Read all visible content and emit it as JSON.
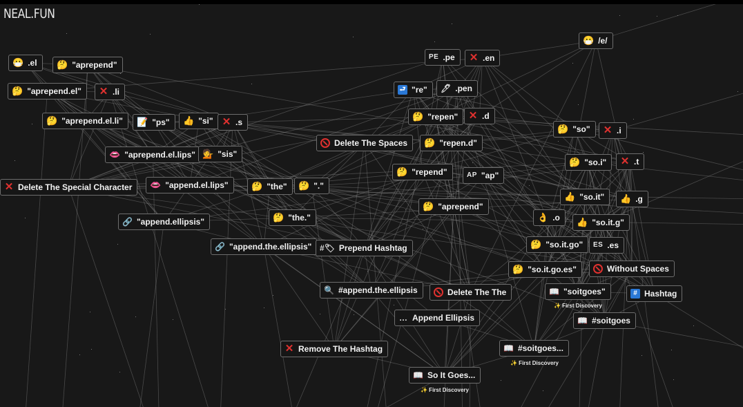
{
  "app": {
    "logo": "NEAL.FUN"
  },
  "colors": {
    "background": "#181818",
    "node_border": "#6e6e6e",
    "cross": "#e0312f",
    "link": "#9a9a9a"
  },
  "nodes": [
    {
      "id": "el",
      "icon": "mask-icon",
      "glyph": "😷",
      "cls": "emoji",
      "label": ".el"
    },
    {
      "id": "aprepend1",
      "icon": "thinking-face-icon",
      "glyph": "🤔",
      "cls": "emoji",
      "label": "\"aprepend\""
    },
    {
      "id": "aprepend_el",
      "icon": "thinking-face-icon",
      "glyph": "🤔",
      "cls": "emoji",
      "label": "\"aprepend.el\""
    },
    {
      "id": "li",
      "icon": "cross-mark-icon",
      "glyph": "✕",
      "cls": "x",
      "label": ".li"
    },
    {
      "id": "aprepend_el_li",
      "icon": "thinking-face-icon",
      "glyph": "🤔",
      "cls": "emoji",
      "label": "\"aprepend.el.li\""
    },
    {
      "id": "ps",
      "icon": "memo-icon",
      "glyph": "📝",
      "cls": "emoji",
      "label": "\"ps\""
    },
    {
      "id": "si",
      "icon": "thumbs-up-icon",
      "glyph": "👍",
      "cls": "emoji",
      "label": "\"si\""
    },
    {
      "id": "s",
      "icon": "cross-mark-icon",
      "glyph": "✕",
      "cls": "x",
      "label": ".s"
    },
    {
      "id": "aprepend_el_lips",
      "icon": "lips-icon",
      "glyph": "👄",
      "cls": "emoji",
      "label": "\"aprepend.el.lips\""
    },
    {
      "id": "sis",
      "icon": "woman-tipping-hand-icon",
      "glyph": "💁",
      "cls": "emoji",
      "label": "\"sis\""
    },
    {
      "id": "delete_special",
      "icon": "cross-mark-icon",
      "glyph": "✕",
      "cls": "x",
      "label": "Delete The Special Character"
    },
    {
      "id": "append_el_lips",
      "icon": "lips-icon",
      "glyph": "👄",
      "cls": "emoji",
      "label": "\"append.el.lips\""
    },
    {
      "id": "the1",
      "icon": "thinking-face-icon",
      "glyph": "🤔",
      "cls": "emoji",
      "label": "\"the\""
    },
    {
      "id": "dot",
      "icon": "thinking-face-icon",
      "glyph": "🤔",
      "cls": "emoji",
      "label": "\".\""
    },
    {
      "id": "append_ellipsis",
      "icon": "link-icon",
      "glyph": "🔗",
      "cls": "mono",
      "label": "\"append.ellipsis\""
    },
    {
      "id": "the_dot",
      "icon": "thinking-face-icon",
      "glyph": "🤔",
      "cls": "emoji",
      "label": "\"the.\""
    },
    {
      "id": "append_the_ellipsis",
      "icon": "link-icon",
      "glyph": "🔗",
      "cls": "mono",
      "label": "\"append.the.ellipsis\""
    },
    {
      "id": "prepend_hashtag",
      "icon": "hash-tag-icon",
      "glyph": "#🏷",
      "cls": "mono",
      "label": "Prepend Hashtag"
    },
    {
      "id": "pe",
      "icon": "pe-text-icon",
      "glyph": "PE",
      "cls": "tag",
      "label": ".pe"
    },
    {
      "id": "en",
      "icon": "cross-mark-icon",
      "glyph": "✕",
      "cls": "x",
      "label": ".en"
    },
    {
      "id": "e",
      "icon": "mask-icon",
      "glyph": "😷",
      "cls": "emoji",
      "label": "/e/"
    },
    {
      "id": "re",
      "icon": "return-arrow-icon",
      "glyph": "⮐",
      "cls": "box",
      "label": "\"re\""
    },
    {
      "id": "pen",
      "icon": "pen-icon",
      "glyph": "🖊",
      "cls": "mono",
      "label": ".pen"
    },
    {
      "id": "repen",
      "icon": "thinking-face-icon",
      "glyph": "🤔",
      "cls": "emoji",
      "label": "\"repen\""
    },
    {
      "id": "d",
      "icon": "cross-mark-icon",
      "glyph": "✕",
      "cls": "x",
      "label": ".d"
    },
    {
      "id": "delete_spaces",
      "icon": "prohibited-icon",
      "glyph": "",
      "cls": "no",
      "label": "Delete The Spaces"
    },
    {
      "id": "repen_d",
      "icon": "thinking-face-icon",
      "glyph": "🤔",
      "cls": "emoji",
      "label": "\"repen.d\""
    },
    {
      "id": "repend",
      "icon": "thinking-face-icon",
      "glyph": "🤔",
      "cls": "emoji",
      "label": "\"repend\""
    },
    {
      "id": "ap",
      "icon": "ap-text-icon",
      "glyph": "AP",
      "cls": "tag",
      "label": "\"ap\""
    },
    {
      "id": "aprepend2",
      "icon": "thinking-face-icon",
      "glyph": "🤔",
      "cls": "emoji",
      "label": "\"aprepend\""
    },
    {
      "id": "so",
      "icon": "thinking-face-icon",
      "glyph": "🤔",
      "cls": "emoji",
      "label": "\"so\""
    },
    {
      "id": "i",
      "icon": "cross-mark-icon",
      "glyph": "✕",
      "cls": "x",
      "label": ".i"
    },
    {
      "id": "so_i",
      "icon": "thinking-face-icon",
      "glyph": "🤔",
      "cls": "emoji",
      "label": "\"so.i\""
    },
    {
      "id": "t",
      "icon": "cross-mark-icon",
      "glyph": "✕",
      "cls": "x",
      "label": ".t"
    },
    {
      "id": "so_it",
      "icon": "thumbs-up-icon",
      "glyph": "👍",
      "cls": "emoji",
      "label": "\"so.it\""
    },
    {
      "id": "g",
      "icon": "thumbs-up-icon",
      "glyph": "👍",
      "cls": "emoji",
      "label": ".g"
    },
    {
      "id": "o",
      "icon": "ok-hand-icon",
      "glyph": "👌",
      "cls": "emoji",
      "label": ".o"
    },
    {
      "id": "so_it_g",
      "icon": "thumbs-up-icon",
      "glyph": "👍",
      "cls": "emoji",
      "label": "\"so.it.g\""
    },
    {
      "id": "so_it_go",
      "icon": "thinking-face-icon",
      "glyph": "🤔",
      "cls": "emoji",
      "label": "\"so.it.go\""
    },
    {
      "id": "es",
      "icon": "es-text-icon",
      "glyph": "ES",
      "cls": "tag",
      "label": ".es"
    },
    {
      "id": "so_it_go_es",
      "icon": "thinking-face-icon",
      "glyph": "🤔",
      "cls": "emoji",
      "label": "\"so.it.go.es\""
    },
    {
      "id": "without_spaces",
      "icon": "prohibited-icon",
      "glyph": "",
      "cls": "no",
      "label": "Without Spaces"
    },
    {
      "id": "hash_append",
      "icon": "magnifier-icon",
      "glyph": "🔍",
      "cls": "mono",
      "label": "#append.the.ellipsis"
    },
    {
      "id": "delete_the_the",
      "icon": "prohibited-icon",
      "glyph": "",
      "cls": "no",
      "label": "Delete The The"
    },
    {
      "id": "soitgoes_q",
      "icon": "open-book-icon",
      "glyph": "📖",
      "cls": "book",
      "label": "\"soitgoes\""
    },
    {
      "id": "hashtag",
      "icon": "hash-box-icon",
      "glyph": "#",
      "cls": "box",
      "label": "Hashtag"
    },
    {
      "id": "append_ellipsis2",
      "icon": "ellipsis-icon",
      "glyph": "…",
      "cls": "mono",
      "label": "Append Ellipsis"
    },
    {
      "id": "hash_soitgoes",
      "icon": "open-book-icon",
      "glyph": "📖",
      "cls": "book",
      "label": "#soitgoes"
    },
    {
      "id": "remove_hashtag",
      "icon": "cross-mark-icon",
      "glyph": "✕",
      "cls": "x",
      "label": "Remove The Hashtag"
    },
    {
      "id": "hash_soitgoes_dots",
      "icon": "open-book-icon",
      "glyph": "📖",
      "cls": "book",
      "label": "#soitgoes..."
    },
    {
      "id": "so_it_goes",
      "icon": "open-book-icon",
      "glyph": "📖",
      "cls": "book",
      "label": "So It Goes..."
    }
  ],
  "badges": [
    {
      "id": "b1",
      "label": "✨ First Discovery"
    },
    {
      "id": "b2",
      "label": "✨ First Discovery"
    },
    {
      "id": "b3",
      "label": "✨ First Discovery"
    }
  ]
}
